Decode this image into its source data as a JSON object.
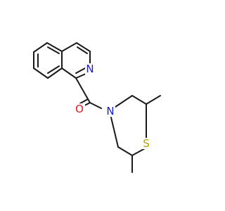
{
  "molecule": {
    "atom_labels": {
      "nitrogen_ring": "N",
      "oxygen": "O",
      "nitrogen_amide": "N",
      "sulfur": "S"
    },
    "colors": {
      "bond": "#1a1a1a",
      "nitrogen": "#1a1acc",
      "oxygen": "#e01a1a",
      "sulfur": "#b3a300"
    }
  }
}
